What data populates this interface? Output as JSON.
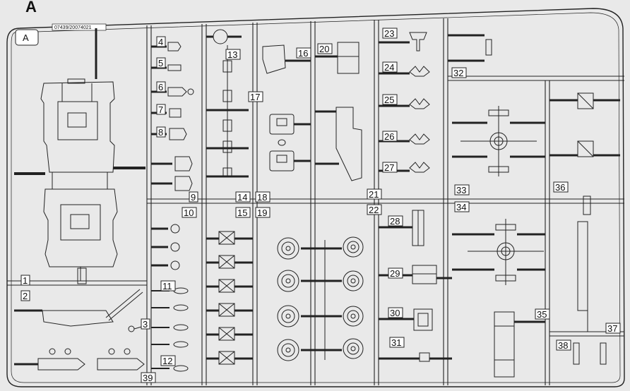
{
  "sheet_letter": "A",
  "frame_tag": "A",
  "part_code": "07439/20074021",
  "parts": [
    {
      "n": "1"
    },
    {
      "n": "2"
    },
    {
      "n": "3"
    },
    {
      "n": "4"
    },
    {
      "n": "5"
    },
    {
      "n": "6"
    },
    {
      "n": "7"
    },
    {
      "n": "8"
    },
    {
      "n": "9"
    },
    {
      "n": "10"
    },
    {
      "n": "11"
    },
    {
      "n": "12"
    },
    {
      "n": "13"
    },
    {
      "n": "14"
    },
    {
      "n": "15"
    },
    {
      "n": "16"
    },
    {
      "n": "17"
    },
    {
      "n": "18"
    },
    {
      "n": "19"
    },
    {
      "n": "20"
    },
    {
      "n": "21"
    },
    {
      "n": "22"
    },
    {
      "n": "23"
    },
    {
      "n": "24"
    },
    {
      "n": "25"
    },
    {
      "n": "26"
    },
    {
      "n": "27"
    },
    {
      "n": "28"
    },
    {
      "n": "29"
    },
    {
      "n": "30"
    },
    {
      "n": "31"
    },
    {
      "n": "32"
    },
    {
      "n": "33"
    },
    {
      "n": "34"
    },
    {
      "n": "35"
    },
    {
      "n": "36"
    },
    {
      "n": "37"
    },
    {
      "n": "38"
    },
    {
      "n": "39"
    }
  ]
}
